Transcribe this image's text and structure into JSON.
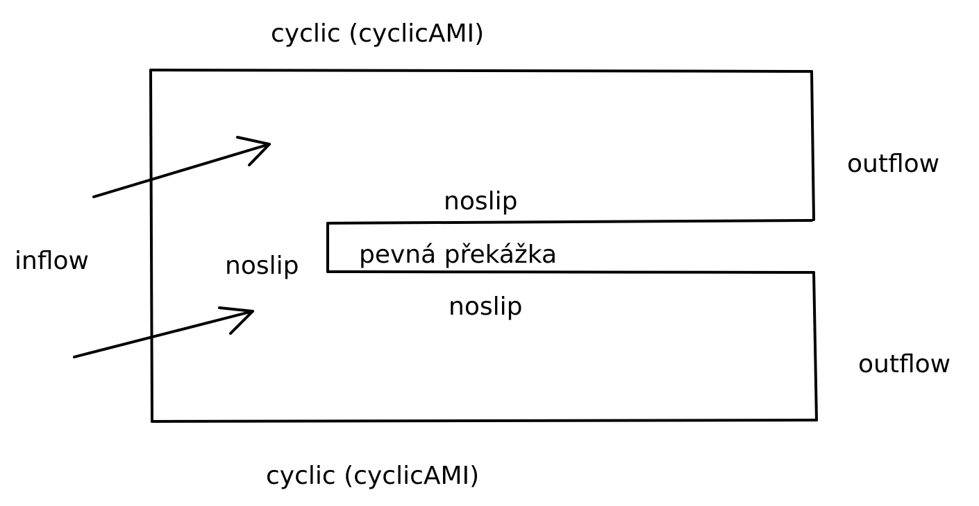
{
  "labels": {
    "top_boundary": "cyclic (cyclicAMI)",
    "bottom_boundary": "cyclic (cyclicAMI)",
    "inlet": "inflow",
    "outlet_upper": "outflow",
    "outlet_lower": "outflow",
    "obstacle_top_wall": "noslip",
    "obstacle_front_wall": "noslip",
    "obstacle_bottom_wall": "noslip",
    "obstacle": "pevná překážka"
  },
  "colors": {
    "stroke": "#000000",
    "background": "#ffffff"
  },
  "icons": {
    "inflow_arrows": "arrow-right-icon"
  }
}
